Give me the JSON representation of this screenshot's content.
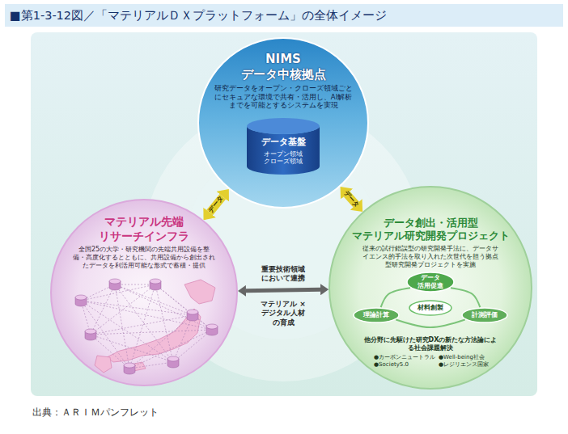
{
  "diagram": {
    "title": "■第1-3-12図／「マテリアルＤＸプラットフォーム」の全体イメージ",
    "caption": "出典：ＡＲＩＭパンフレット",
    "nodes": [
      {
        "text": [
          "NIMS データ中核拠点",
          "研究データをオープン・クローズ領域ごとにセキュアな環境で共有・活用し、AI解析までを可能とするシステムを実現"
        ]
      },
      {
        "text": [
          "データ基盤",
          "オープン領域 クローズ領域"
        ],
        "in": 0
      },
      {
        "text": [
          "マテリアル先端 リサーチインフラ",
          "全国25の大学・研究機関の先端共用設備を整備・高度化するとともに、共用設備から創出されたデータを利活用可能な形式で蓄積・提供"
        ]
      },
      {
        "text": [
          "データ創出・活用型 マテリアル研究開発プロジェクト",
          "従来の試行錯誤型の研究開発手法に、データサイエンス的手法を取り入れた次世代を担う拠点型研究開発プロジェクトを実施",
          "他分野に先駆けた研究DXの新たな方法論による社会課題解決",
          "●カーボンニュートラル",
          "●Well-being社会",
          "●Society5.0",
          "●レジリエンス国家"
        ]
      },
      {
        "text": [
          "データ 活用促進"
        ],
        "in": 3
      },
      {
        "text": [
          "材料創製"
        ],
        "in": 3
      },
      {
        "text": [
          "理論計算"
        ],
        "in": 3
      },
      {
        "text": [
          "計測評価"
        ],
        "in": 3
      }
    ],
    "edges": [
      {
        "from": 2,
        "to": 0,
        "arrow": "both",
        "label": "データ"
      },
      {
        "from": 0,
        "to": 3,
        "arrow": "both",
        "label": "データ"
      },
      {
        "from": 2,
        "to": 3,
        "arrow": "both",
        "label": "重要技術領域において連携"
      },
      {
        "from": 4,
        "to": 7,
        "arrow": "none"
      },
      {
        "from": 7,
        "to": 6,
        "arrow": "none"
      },
      {
        "from": 6,
        "to": 4,
        "arrow": "none"
      }
    ],
    "labels": [
      "マテリアル × デジタル人材 の育成"
    ]
  }
}
